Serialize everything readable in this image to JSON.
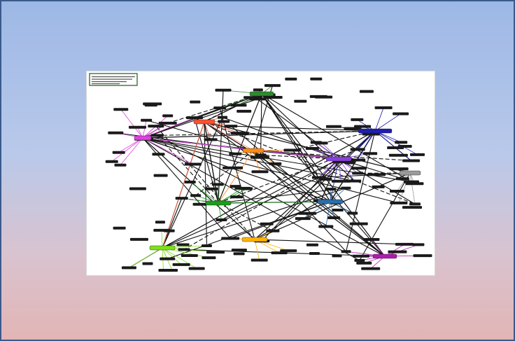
{
  "colors": {
    "background_top": "#9db8e6",
    "background_bottom": "#e2b5b5",
    "frame_border": "#3a5a8c",
    "diagram_background": "#ffffff"
  },
  "diagram": {
    "hubs": [
      {
        "id": "h-green-top",
        "color": "#2e8b2e"
      },
      {
        "id": "h-magenta",
        "color": "#e040e0"
      },
      {
        "id": "h-red",
        "color": "#ff5030"
      },
      {
        "id": "h-orange",
        "color": "#ff8c10"
      },
      {
        "id": "h-blue",
        "color": "#1d1db0"
      },
      {
        "id": "h-purple",
        "color": "#8a3fe0"
      },
      {
        "id": "h-green-mid",
        "color": "#1b9e1b"
      },
      {
        "id": "h-teal",
        "color": "#2a6ea8"
      },
      {
        "id": "h-gray",
        "color": "#9a9a9a"
      },
      {
        "id": "h-lime",
        "color": "#7ee01a"
      },
      {
        "id": "h-yellow",
        "color": "#ffb300"
      },
      {
        "id": "h-violet",
        "color": "#b01ab0"
      }
    ]
  }
}
